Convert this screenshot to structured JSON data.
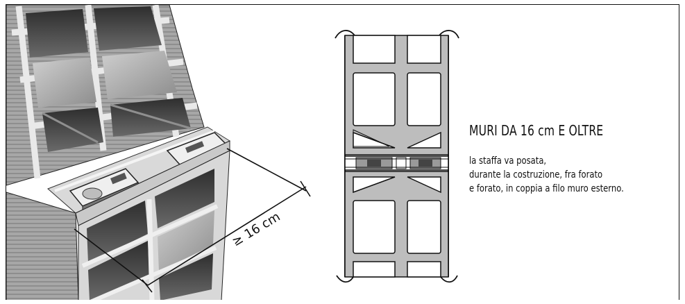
{
  "diagram": {
    "dimension_label": "≥ 16 cm",
    "heading": "MURI DA 16 cm E OLTRE",
    "description_lines": [
      "la staffa va posata,",
      "durante la costruzione, fra forato",
      "e forato, in coppia a filo muro esterno."
    ]
  },
  "colors": {
    "ink": "#111111",
    "brick_fill": "#b8b8b8",
    "cell_dark": "#3e3e3e",
    "cell_light": "#d6d6d6"
  },
  "icons": {
    "bracket": "wall-anchor-bracket"
  }
}
